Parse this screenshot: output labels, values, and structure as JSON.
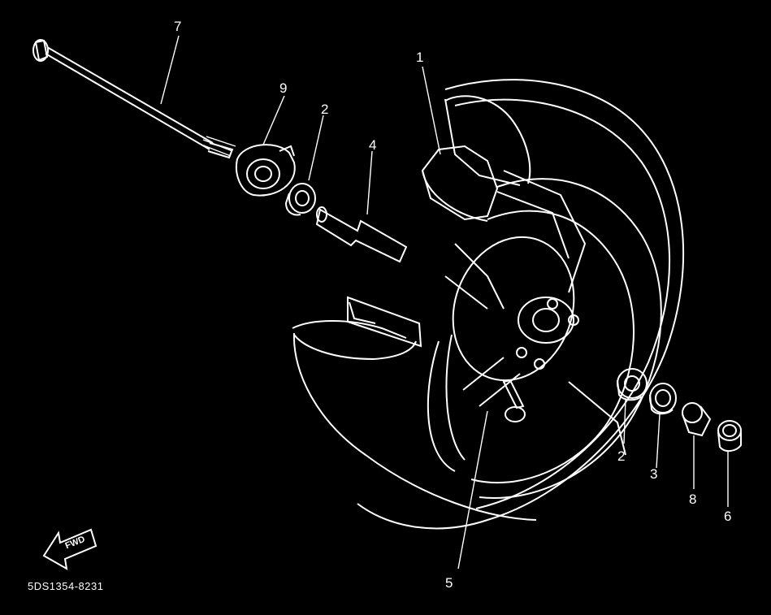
{
  "diagram": {
    "callouts": [
      {
        "id": "7",
        "text": "7"
      },
      {
        "id": "9",
        "text": "9"
      },
      {
        "id": "2a",
        "text": "2"
      },
      {
        "id": "4",
        "text": "4"
      },
      {
        "id": "1",
        "text": "1"
      },
      {
        "id": "2b",
        "text": "2"
      },
      {
        "id": "3",
        "text": "3"
      },
      {
        "id": "8",
        "text": "8"
      },
      {
        "id": "6",
        "text": "6"
      },
      {
        "id": "5",
        "text": "5"
      }
    ],
    "fwd_label": "FWD",
    "drawing_code": "5DS1354-8231"
  },
  "colors": {
    "background": "#000000",
    "lines": "#ffffff"
  }
}
